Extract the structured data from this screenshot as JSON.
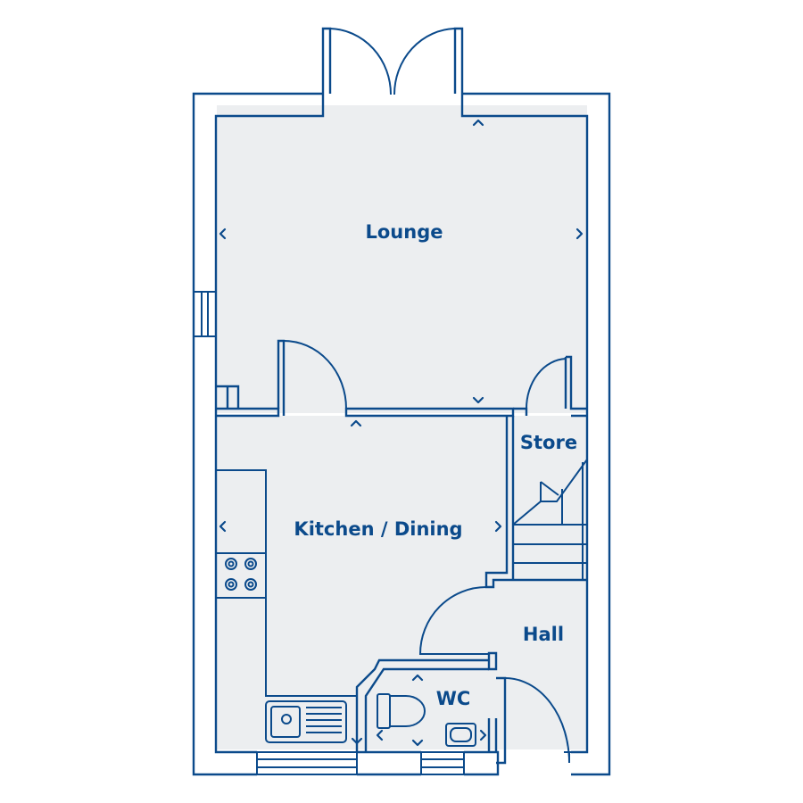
{
  "plan": {
    "colors": {
      "wall": "#0b4a8b",
      "floor": "#eceef0",
      "background": "#ffffff"
    },
    "rooms": [
      {
        "id": "lounge",
        "label": "Lounge"
      },
      {
        "id": "kitchen",
        "label": "Kitchen / Dining"
      },
      {
        "id": "store",
        "label": "Store"
      },
      {
        "id": "hall",
        "label": "Hall"
      },
      {
        "id": "wc",
        "label": "WC"
      }
    ],
    "icons": [
      "hob-icon",
      "sink-icon",
      "toilet-icon",
      "basin-icon",
      "stairs-icon",
      "door-swing-icon",
      "window-icon",
      "dimension-arrow-icon"
    ]
  }
}
